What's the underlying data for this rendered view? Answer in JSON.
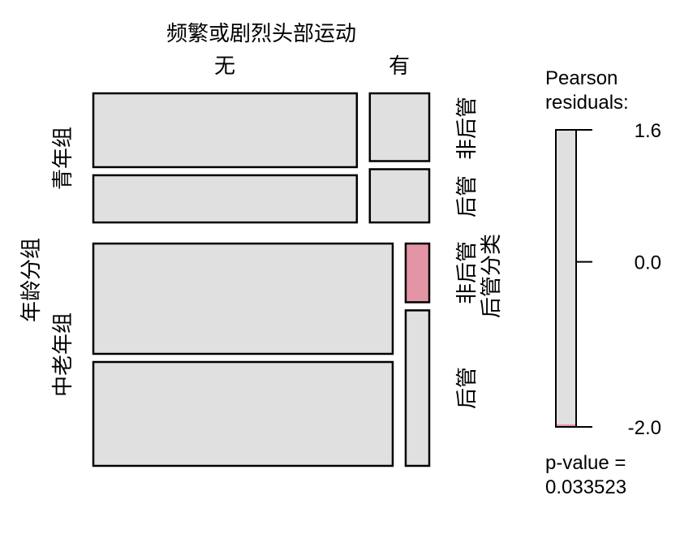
{
  "chart_data": {
    "type": "mosaic",
    "title": "频繁或剧烈头部运动",
    "row_variable": "年龄分组",
    "column_variable": "频繁或剧烈头部运动",
    "sub_variable": "后管分类",
    "column_levels": [
      "无",
      "有"
    ],
    "groups": [
      {
        "label": "青年组",
        "share": 0.361,
        "columns": [
          {
            "level": "无",
            "share": 0.816,
            "cells": [
              {
                "label": "非后管",
                "share": 0.61,
                "residual": 0.3
              },
              {
                "label": "后管",
                "share": 0.39,
                "residual": -0.3
              }
            ]
          },
          {
            "level": "有",
            "share": 0.184,
            "cells": [
              {
                "label": "非后管",
                "share": 0.56,
                "residual": 0.4
              },
              {
                "label": "后管",
                "share": 0.44,
                "residual": 0.0
              }
            ]
          }
        ]
      },
      {
        "label": "中老年组",
        "share": 0.639,
        "columns": [
          {
            "level": "无",
            "share": 0.927,
            "cells": [
              {
                "label": "非后管",
                "share": 0.515,
                "residual": 0.3
              },
              {
                "label": "后管",
                "share": 0.485,
                "residual": -0.2
              }
            ]
          },
          {
            "level": "有",
            "share": 0.073,
            "cells": [
              {
                "label": "非后管",
                "share": 0.274,
                "residual": -2.0
              },
              {
                "label": "后管",
                "share": 0.726,
                "residual": 1.6
              }
            ]
          }
        ]
      }
    ],
    "legend": {
      "title_line1": "Pearson",
      "title_line2": "residuals:",
      "range": [
        -2.0,
        1.6
      ],
      "ticks": [
        "1.6",
        "0.0",
        "-2.0"
      ],
      "p_label": "p-value =",
      "p_value": "0.033523"
    },
    "colors": {
      "neutral": "#E0E0E0",
      "negative": "#E495A5",
      "border": "#000000"
    }
  }
}
